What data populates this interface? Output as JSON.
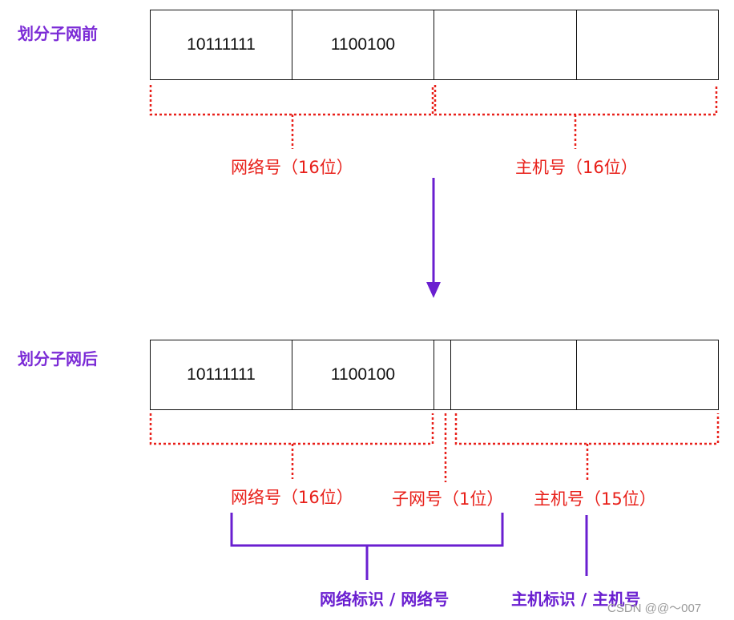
{
  "before": {
    "label": "划分子网前",
    "cells": [
      "10111111",
      "1100100",
      "",
      ""
    ],
    "network_label": "网络号（16位）",
    "host_label": "主机号（16位）"
  },
  "after": {
    "label": "划分子网后",
    "cells": [
      "10111111",
      "1100100",
      "",
      "",
      ""
    ],
    "network_label": "网络号（16位）",
    "subnet_label": "子网号（1位）",
    "host_label": "主机号（15位）",
    "network_id_label": "网络标识 / 网络号",
    "host_id_label": "主机标识 / 主机号"
  },
  "watermark": "CSDN @@～007",
  "colors": {
    "section_label": "#7B2BD6",
    "red": "#E8201A",
    "purple": "#6A1FD0"
  }
}
